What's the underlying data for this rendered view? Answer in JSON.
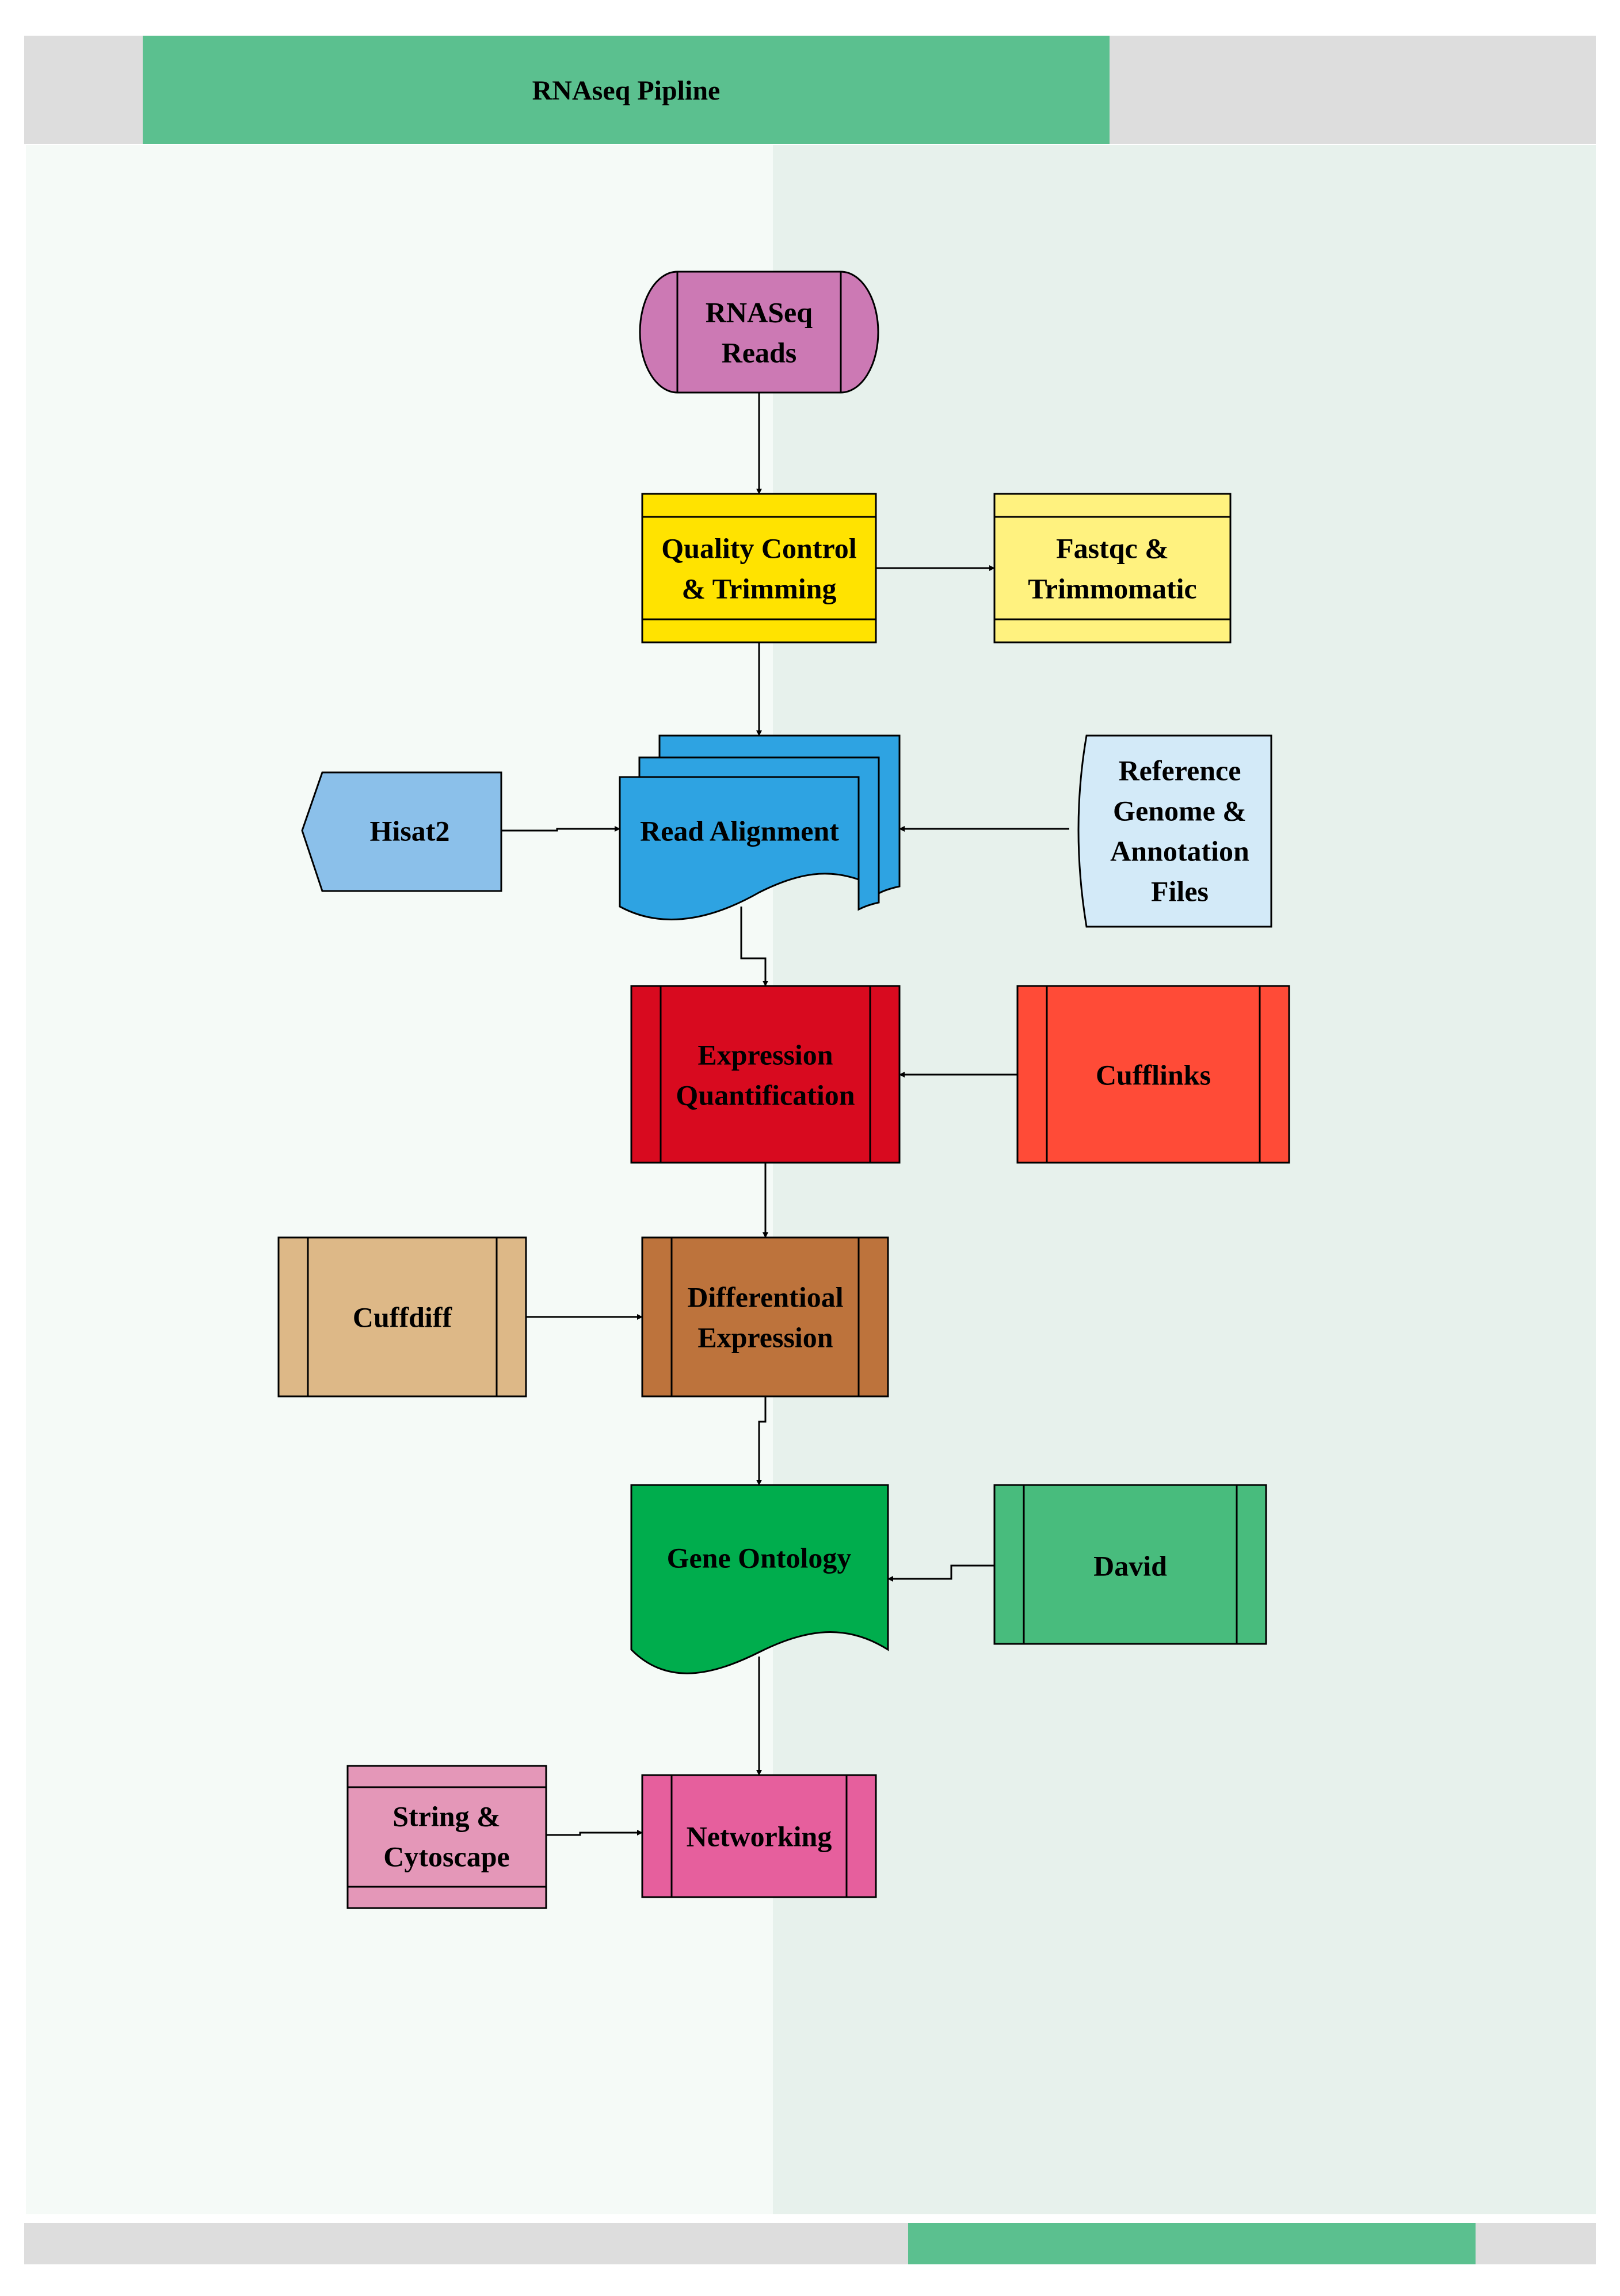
{
  "title": "RNAseq Pipline",
  "colors": {
    "title_bar": "#5bc08f",
    "header_gray": "#dddddd",
    "lane_left": "#f5faf7",
    "lane_right": "#e7f1ec"
  },
  "nodes": {
    "rnaseq_reads": {
      "lines": [
        "RNASeq",
        "Reads"
      ],
      "color": "#cc79b4"
    },
    "quality_control": {
      "lines": [
        "Quality Control",
        "& Trimming"
      ],
      "color": "#ffe300"
    },
    "fastqc": {
      "lines": [
        "Fastqc &",
        "Trimmomatic"
      ],
      "color": "#fff27f"
    },
    "read_alignment": {
      "lines": [
        "Read Alignment"
      ],
      "color": "#2ea3e2"
    },
    "hisat2": {
      "lines": [
        "Hisat2"
      ],
      "color": "#8bc0ea"
    },
    "reference_genome": {
      "lines": [
        "Reference",
        "Genome &",
        "Annotation",
        "Files"
      ],
      "color": "#d3eaf8"
    },
    "expression_quantification": {
      "lines": [
        "Expression",
        "Quantification"
      ],
      "color": "#d80a1f"
    },
    "cufflinks": {
      "lines": [
        "Cufflinks"
      ],
      "color": "#ff4b37"
    },
    "differential_expression": {
      "lines": [
        "Differentioal",
        "Expression"
      ],
      "color": "#bd733c"
    },
    "cuffdiff": {
      "lines": [
        "Cuffdiff"
      ],
      "color": "#ddb887"
    },
    "gene_ontology": {
      "lines": [
        "Gene Ontology"
      ],
      "color": "#00ad4d"
    },
    "david": {
      "lines": [
        "David"
      ],
      "color": "#48bc7d"
    },
    "networking": {
      "lines": [
        "Networking"
      ],
      "color": "#e65f9d"
    },
    "string_cytoscape": {
      "lines": [
        "String &",
        "Cytoscape"
      ],
      "color": "#e497b8"
    }
  }
}
